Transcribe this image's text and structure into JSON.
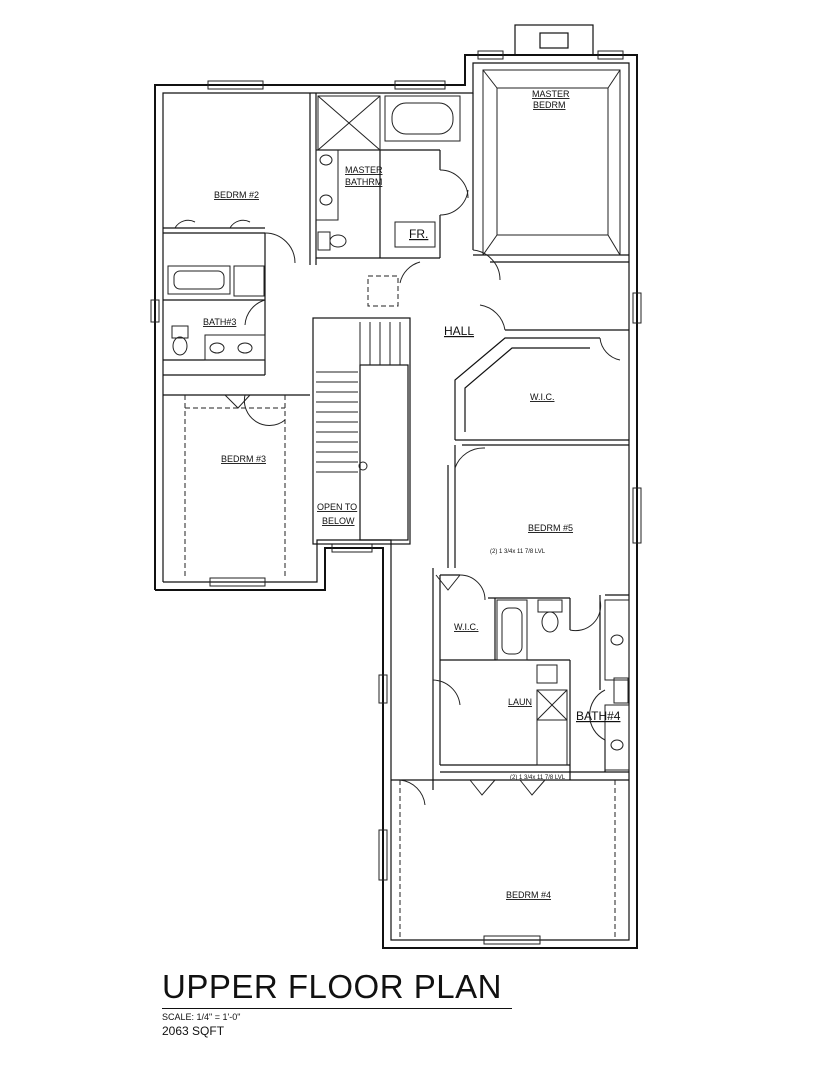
{
  "title": "UPPER FLOOR PLAN",
  "scale": "SCALE:  1/4\" = 1'-0\"",
  "area": "2063 SQFT",
  "rooms": {
    "master_bedrm_line1": "MASTER",
    "master_bedrm_line2": "BEDRM",
    "master_bathrm_line1": "MASTER",
    "master_bathrm_line2": "BATHRM",
    "bedrm2": "BEDRM #2",
    "bath3": "BATH#3",
    "bedrm3": "BEDRM #3",
    "fr": "FR.",
    "hall": "HALL",
    "wic_upper": "W.I.C.",
    "open_to_below_line1": "OPEN TO",
    "open_to_below_line2": "BELOW",
    "bedrm5": "BEDRM #5",
    "wic_lower": "W.I.C.",
    "laun": "LAUN",
    "bath4": "BATH#4",
    "bedrm4": "BEDRM #4"
  },
  "notes": {
    "beam_bedrm5": "(2) 1 3/4x 11 7/8 LVL",
    "beam_bedrm4": "(2) 1 3/4x 11 7/8 LVL"
  }
}
